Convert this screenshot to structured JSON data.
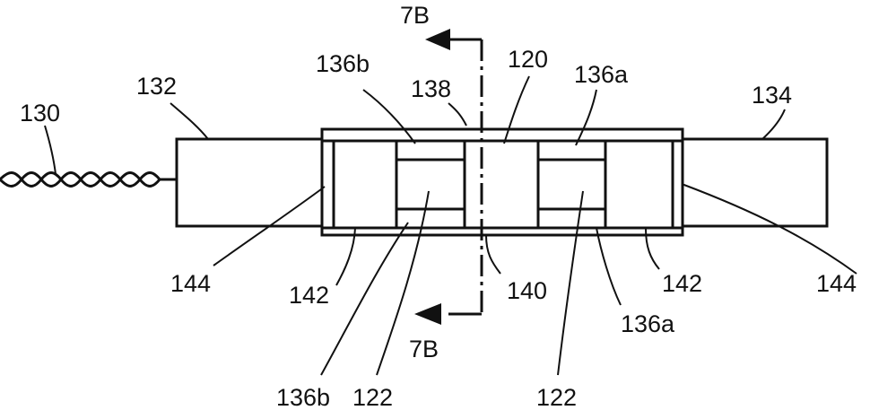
{
  "labels": {
    "l130": "130",
    "l132": "132",
    "l136b_top": "136b",
    "l138": "138",
    "l7b_top": "7B",
    "l120": "120",
    "l136a_top": "136a",
    "l134": "134",
    "l144_left": "144",
    "l142_left": "142",
    "l140": "140",
    "l142_right": "142",
    "l144_right": "144",
    "l136a_bottom": "136a",
    "l7b_bottom": "7B",
    "l136b_bottom": "136b",
    "l122_left": "122",
    "l122_right": "122"
  },
  "colors": {
    "ink": "#111111",
    "paper": "#ffffff"
  }
}
